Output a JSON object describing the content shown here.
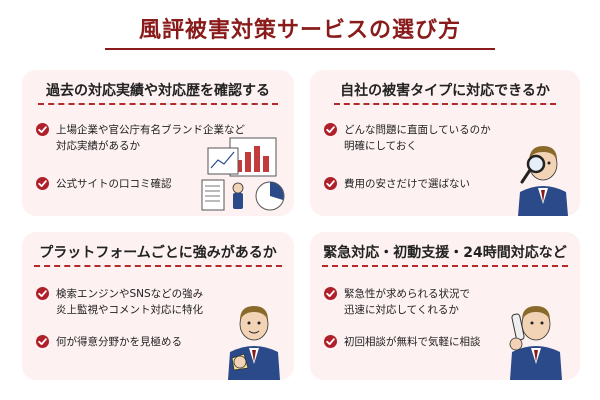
{
  "title": "風評被害対策サービスの選び方",
  "cards": [
    {
      "heading": "過去の対応実績や対応歴を確認する",
      "items": [
        "上場企業や官公庁有名ブランド企業など\n対応実績があるか",
        "公式サイトの口コミ確認"
      ]
    },
    {
      "heading": "自社の被害タイプに対応できるか",
      "items": [
        "どんな問題に直面しているのか\n明確にしておく",
        "費用の安さだけで選ばない"
      ]
    },
    {
      "heading": "プラットフォームごとに強みがあるか",
      "items": [
        "検索エンジンやSNSなどの強み\n炎上監視やコメント対応に特化",
        "何が得意分野かを見極める"
      ]
    },
    {
      "heading": "緊急対応・初動支援・24時間対応など",
      "items": [
        "緊急性が求められる状況で\n迅速に対応してくれるか",
        "初回相談が無料で気軽に相談"
      ]
    }
  ],
  "colors": {
    "accent": "#8a1b1b",
    "check": "#b0202a",
    "card_bg": "#fdf1f1",
    "suit": "#2a4a8a"
  },
  "icons": [
    "check-icon",
    "charts-presenter-illustration",
    "magnifier-man-illustration",
    "thumbs-up-man-illustration",
    "phone-man-illustration"
  ]
}
